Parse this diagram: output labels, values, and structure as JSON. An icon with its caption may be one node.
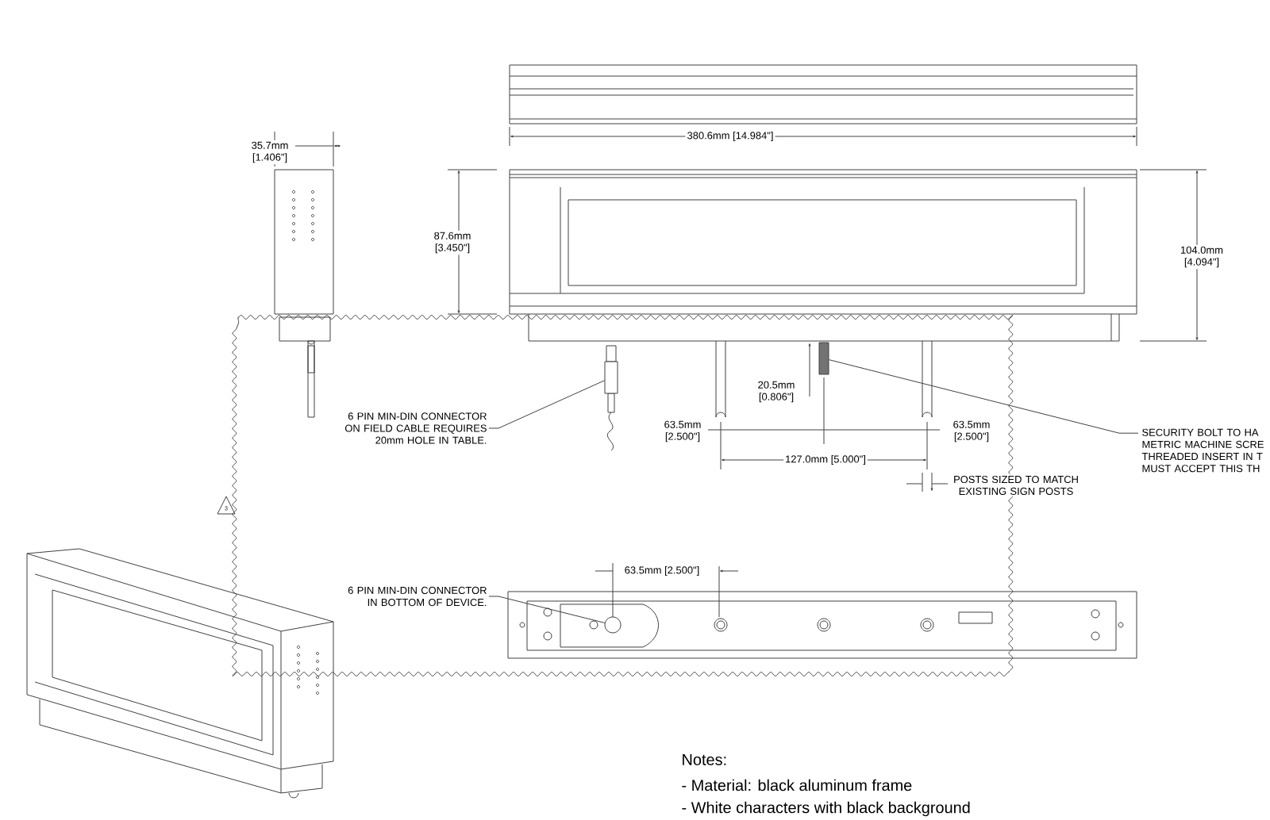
{
  "diagram": {
    "nodes": [
      {
        "text": [
          "6 PIN MIN-DIN CONNECTOR ON FIELD CABLE REQUIRES 20mm HOLE IN TABLE."
        ]
      },
      {
        "text": [],
        "shape": "box"
      },
      {
        "text": [
          "SECURITY BOLT TO HA METRIC MACHINE SCRE THREADED INSERT IN T MUST ACCEPT THIS TH"
        ]
      },
      {
        "text": [],
        "shape": "bar"
      },
      {
        "text": [
          "6 PIN MIN-DIN CONNECTOR IN BOTTOM OF DEVICE."
        ]
      },
      {
        "text": [],
        "shape": "circle"
      }
    ],
    "edges": [
      {
        "from": 0,
        "to": 1,
        "arrow": "none"
      },
      {
        "from": 2,
        "to": 3,
        "arrow": "none"
      },
      {
        "from": 4,
        "to": 5,
        "arrow": "none"
      }
    ],
    "labels": [
      "35.7mm [1.406\"]",
      "380.6mm [14.984\"]",
      "87.6mm [3.450\"]",
      "104.0mm [4.094\"]",
      "20.5mm [0.806\"]",
      "63.5mm [2.500\"]",
      "63.5mm [2.500\"]",
      "127.0mm [5.000\"]",
      "POSTS SIZED TO MATCH EXISTING SIGN POSTS",
      "3",
      "63.5mm [2.500\"]",
      "Notes:",
      "- Material: black aluminum frame",
      "- White characters with black background"
    ]
  }
}
